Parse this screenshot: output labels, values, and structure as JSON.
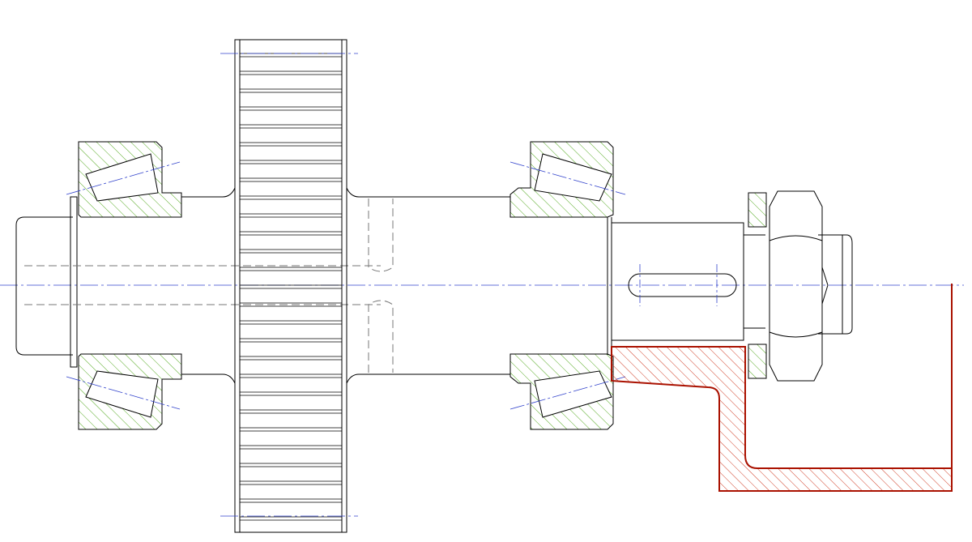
{
  "drawing": {
    "kind": "mechanical-cad-assembly",
    "view": "shaft-assembly-section",
    "components": [
      "gear",
      "left-tapered-roller-bearing-upper",
      "left-tapered-roller-bearing-lower",
      "right-tapered-roller-bearing-upper",
      "right-tapered-roller-bearing-lower",
      "shaft",
      "keyway-slot",
      "lock-washer",
      "hex-nut",
      "housing-section"
    ],
    "colors": {
      "background": "#ffffff",
      "outline": "#000000",
      "centerline": "#3344cc",
      "hidden_line": "#777777",
      "bearing_hatch": "#55aa22",
      "housing_outline": "#aa1100",
      "housing_hatch": "#cc2a10"
    }
  }
}
